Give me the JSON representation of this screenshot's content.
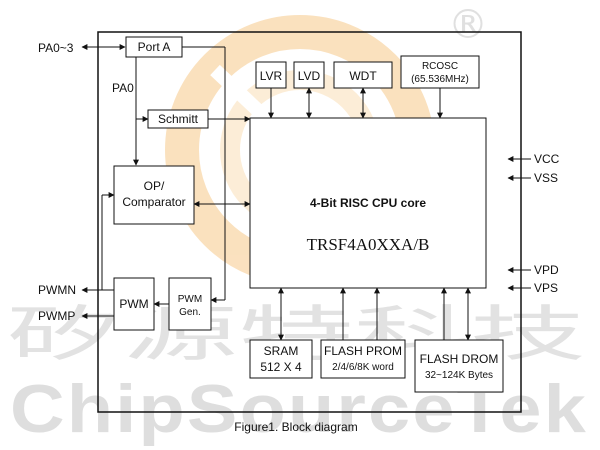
{
  "diagram": {
    "caption": "Figure1. Block diagram",
    "part_number": "TRSF4A0XXA/B",
    "blocks": {
      "port_a": "Port A",
      "schmitt": "Schmitt",
      "op_comparator": [
        "OP/",
        "Comparator"
      ],
      "pwm": "PWM",
      "pwm_gen": [
        "PWM",
        "Gen."
      ],
      "lvr": "LVR",
      "lvd": "LVD",
      "wdt": "WDT",
      "rcosc": [
        "RCOSC",
        "(65.536MHz)"
      ],
      "cpu_core": "4-Bit RISC CPU core",
      "sram": [
        "SRAM",
        "512 X 4"
      ],
      "flash_prom": [
        "FLASH PROM",
        "2/4/6/8K word"
      ],
      "flash_drom": [
        "FLASH DROM",
        "32~124K Bytes"
      ]
    },
    "pins": {
      "pa": "PA0~3",
      "pa0": "PA0",
      "pwmn": "PWMN",
      "pwmp": "PWMP",
      "vcc": "VCC",
      "vss": "VSS",
      "vpd": "VPD",
      "vps": "VPS"
    }
  },
  "watermark": {
    "brand": "ChipSourceTek",
    "cjk": "矽源特科技",
    "registered": "®",
    "logo_color": "#f7c98a"
  }
}
